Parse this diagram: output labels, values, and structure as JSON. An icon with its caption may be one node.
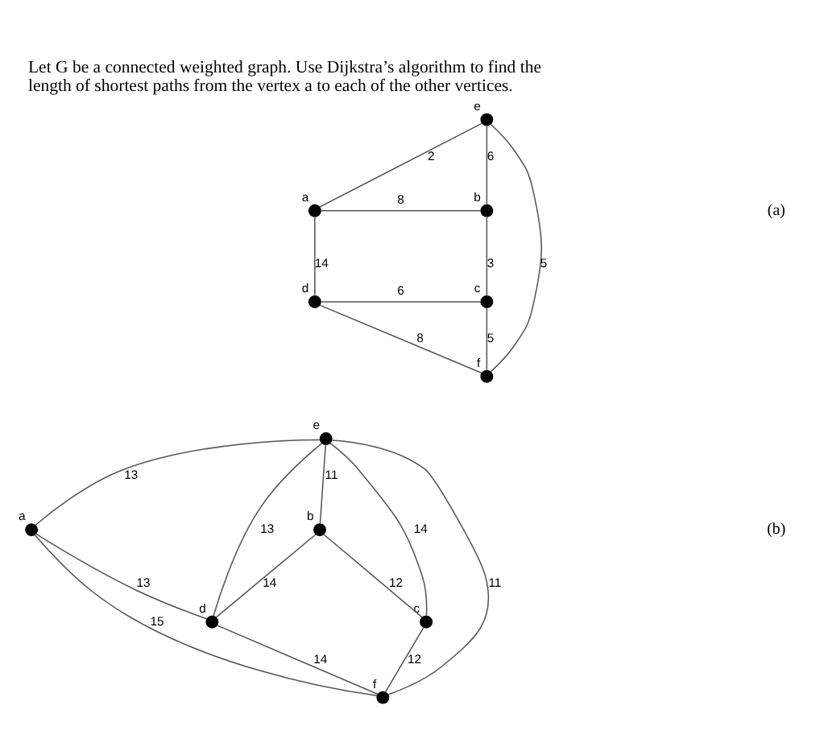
{
  "diagram": {
    "title": "Let G be a connected weighted graph. Use Dijkstra’s algorithm to find the length of shortest paths from the vertex a to each of the other vertices.",
    "nodes": [
      {
        "text": [],
        "shape": "circle",
        "beside": [
          "e"
        ]
      },
      {
        "text": [],
        "shape": "circle",
        "beside": [
          "a"
        ]
      },
      {
        "text": [],
        "shape": "circle",
        "beside": [
          "b"
        ]
      },
      {
        "text": [],
        "shape": "circle",
        "beside": [
          "d"
        ]
      },
      {
        "text": [],
        "shape": "circle",
        "beside": [
          "c"
        ]
      },
      {
        "text": [],
        "shape": "circle",
        "beside": [
          "f"
        ]
      },
      {
        "text": [],
        "shape": "circle",
        "beside": [
          "e"
        ]
      },
      {
        "text": [],
        "shape": "circle",
        "beside": [
          "a"
        ]
      },
      {
        "text": [],
        "shape": "circle",
        "beside": [
          "b"
        ]
      },
      {
        "text": [],
        "shape": "circle",
        "beside": [
          "d"
        ]
      },
      {
        "text": [],
        "shape": "circle",
        "beside": [
          "c"
        ]
      },
      {
        "text": [],
        "shape": "circle",
        "beside": [
          "f"
        ]
      }
    ],
    "edges": [
      {
        "from": 0,
        "to": 1,
        "arrow": "none",
        "label": "2"
      },
      {
        "from": 0,
        "to": 2,
        "arrow": "none",
        "label": "6"
      },
      {
        "from": 1,
        "to": 2,
        "arrow": "none",
        "label": "8"
      },
      {
        "from": 0,
        "to": 5,
        "arrow": "none",
        "label": "5"
      },
      {
        "from": 2,
        "to": 4,
        "arrow": "none",
        "label": "3"
      },
      {
        "from": 3,
        "to": 4,
        "arrow": "none",
        "label": "6"
      },
      {
        "from": 1,
        "to": 3,
        "arrow": "none",
        "label": "14"
      },
      {
        "from": 3,
        "to": 5,
        "arrow": "none",
        "label": "8"
      },
      {
        "from": 4,
        "to": 5,
        "arrow": "none",
        "label": "5"
      },
      {
        "from": 6,
        "to": 7,
        "arrow": "none",
        "label": "13"
      },
      {
        "from": 6,
        "to": 9,
        "arrow": "none",
        "label": "13"
      },
      {
        "from": 6,
        "to": 11,
        "arrow": "none",
        "label": "11"
      },
      {
        "from": 6,
        "to": 8,
        "arrow": "none",
        "label": "11"
      },
      {
        "from": 6,
        "to": 10,
        "arrow": "none",
        "label": "14"
      },
      {
        "from": 8,
        "to": 9,
        "arrow": "none",
        "label": "14"
      },
      {
        "from": 8,
        "to": 10,
        "arrow": "none",
        "label": "12"
      },
      {
        "from": 7,
        "to": 9,
        "arrow": "none",
        "label": "13"
      },
      {
        "from": 7,
        "to": 11,
        "arrow": "none",
        "label": "15"
      },
      {
        "from": 9,
        "to": 11,
        "arrow": "none",
        "label": "14"
      },
      {
        "from": 10,
        "to": 11,
        "arrow": "none",
        "label": "12"
      }
    ],
    "labels": [
      "(a)",
      "(b)"
    ]
  }
}
